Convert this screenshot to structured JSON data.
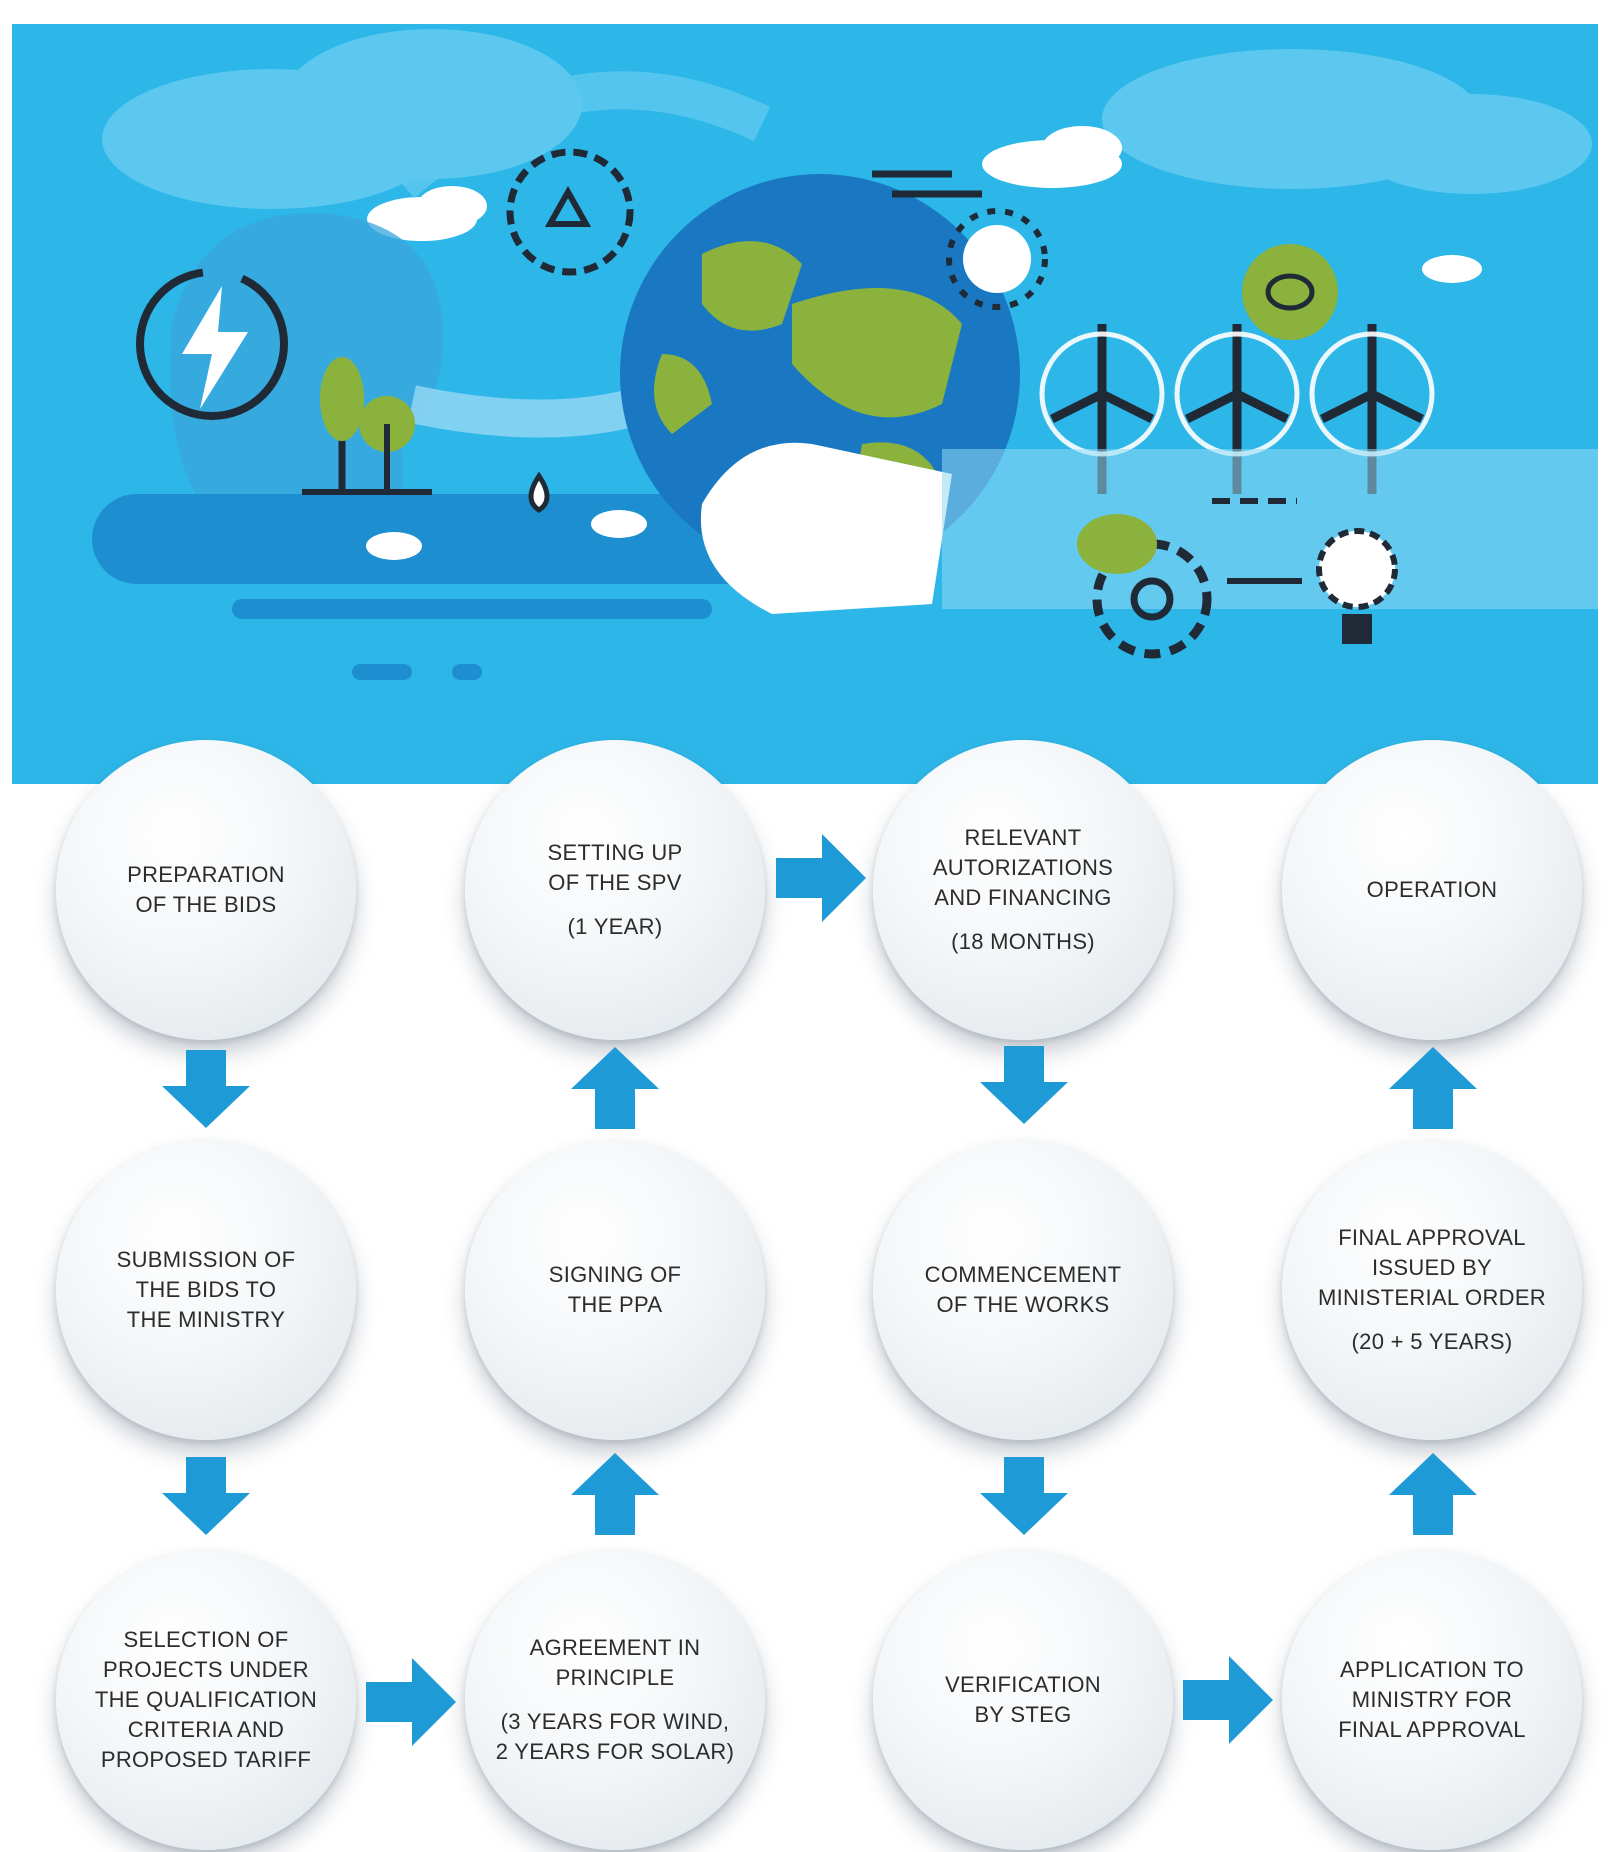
{
  "steps": {
    "s1": {
      "lines": [
        "PREPARATION",
        "OF THE BIDS"
      ],
      "note": ""
    },
    "s2": {
      "lines": [
        "SUBMISSION OF",
        "THE BIDS TO",
        "THE MINISTRY"
      ],
      "note": ""
    },
    "s3": {
      "lines": [
        "SELECTION OF",
        "PROJECTS UNDER",
        "THE QUALIFICATION",
        "CRITERIA AND",
        "PROPOSED TARIFF"
      ],
      "note": ""
    },
    "s4": {
      "lines": [
        "AGREEMENT IN",
        "PRINCIPLE"
      ],
      "note_lines": [
        "(3 YEARS FOR WIND,",
        "2 YEARS FOR SOLAR)"
      ]
    },
    "s5": {
      "lines": [
        "SIGNING OF",
        "THE PPA"
      ],
      "note": ""
    },
    "s6": {
      "lines": [
        "SETTING UP",
        "OF THE SPV"
      ],
      "note": "(1 YEAR)"
    },
    "s7": {
      "lines": [
        "RELEVANT",
        "AUTORIZATIONS",
        "AND FINANCING"
      ],
      "note": "(18 MONTHS)"
    },
    "s8": {
      "lines": [
        "COMMENCEMENT",
        "OF THE WORKS"
      ],
      "note": ""
    },
    "s9": {
      "lines": [
        "VERIFICATION",
        "BY STEG"
      ],
      "note": ""
    },
    "s10": {
      "lines": [
        "APPLICATION TO",
        "MINISTRY FOR",
        "FINAL APPROVAL"
      ],
      "note": ""
    },
    "s11": {
      "lines": [
        "FINAL APPROVAL",
        "ISSUED BY",
        "MINISTERIAL ORDER"
      ],
      "note": "(20 + 5 YEARS)"
    },
    "s12": {
      "lines": [
        "OPERATION"
      ],
      "note": ""
    }
  },
  "colors": {
    "banner": "#2db7e8",
    "arrow": "#1e9ad6",
    "dark": "#1f2a36",
    "green": "#8bb23c",
    "globe": "#1a78c2"
  }
}
